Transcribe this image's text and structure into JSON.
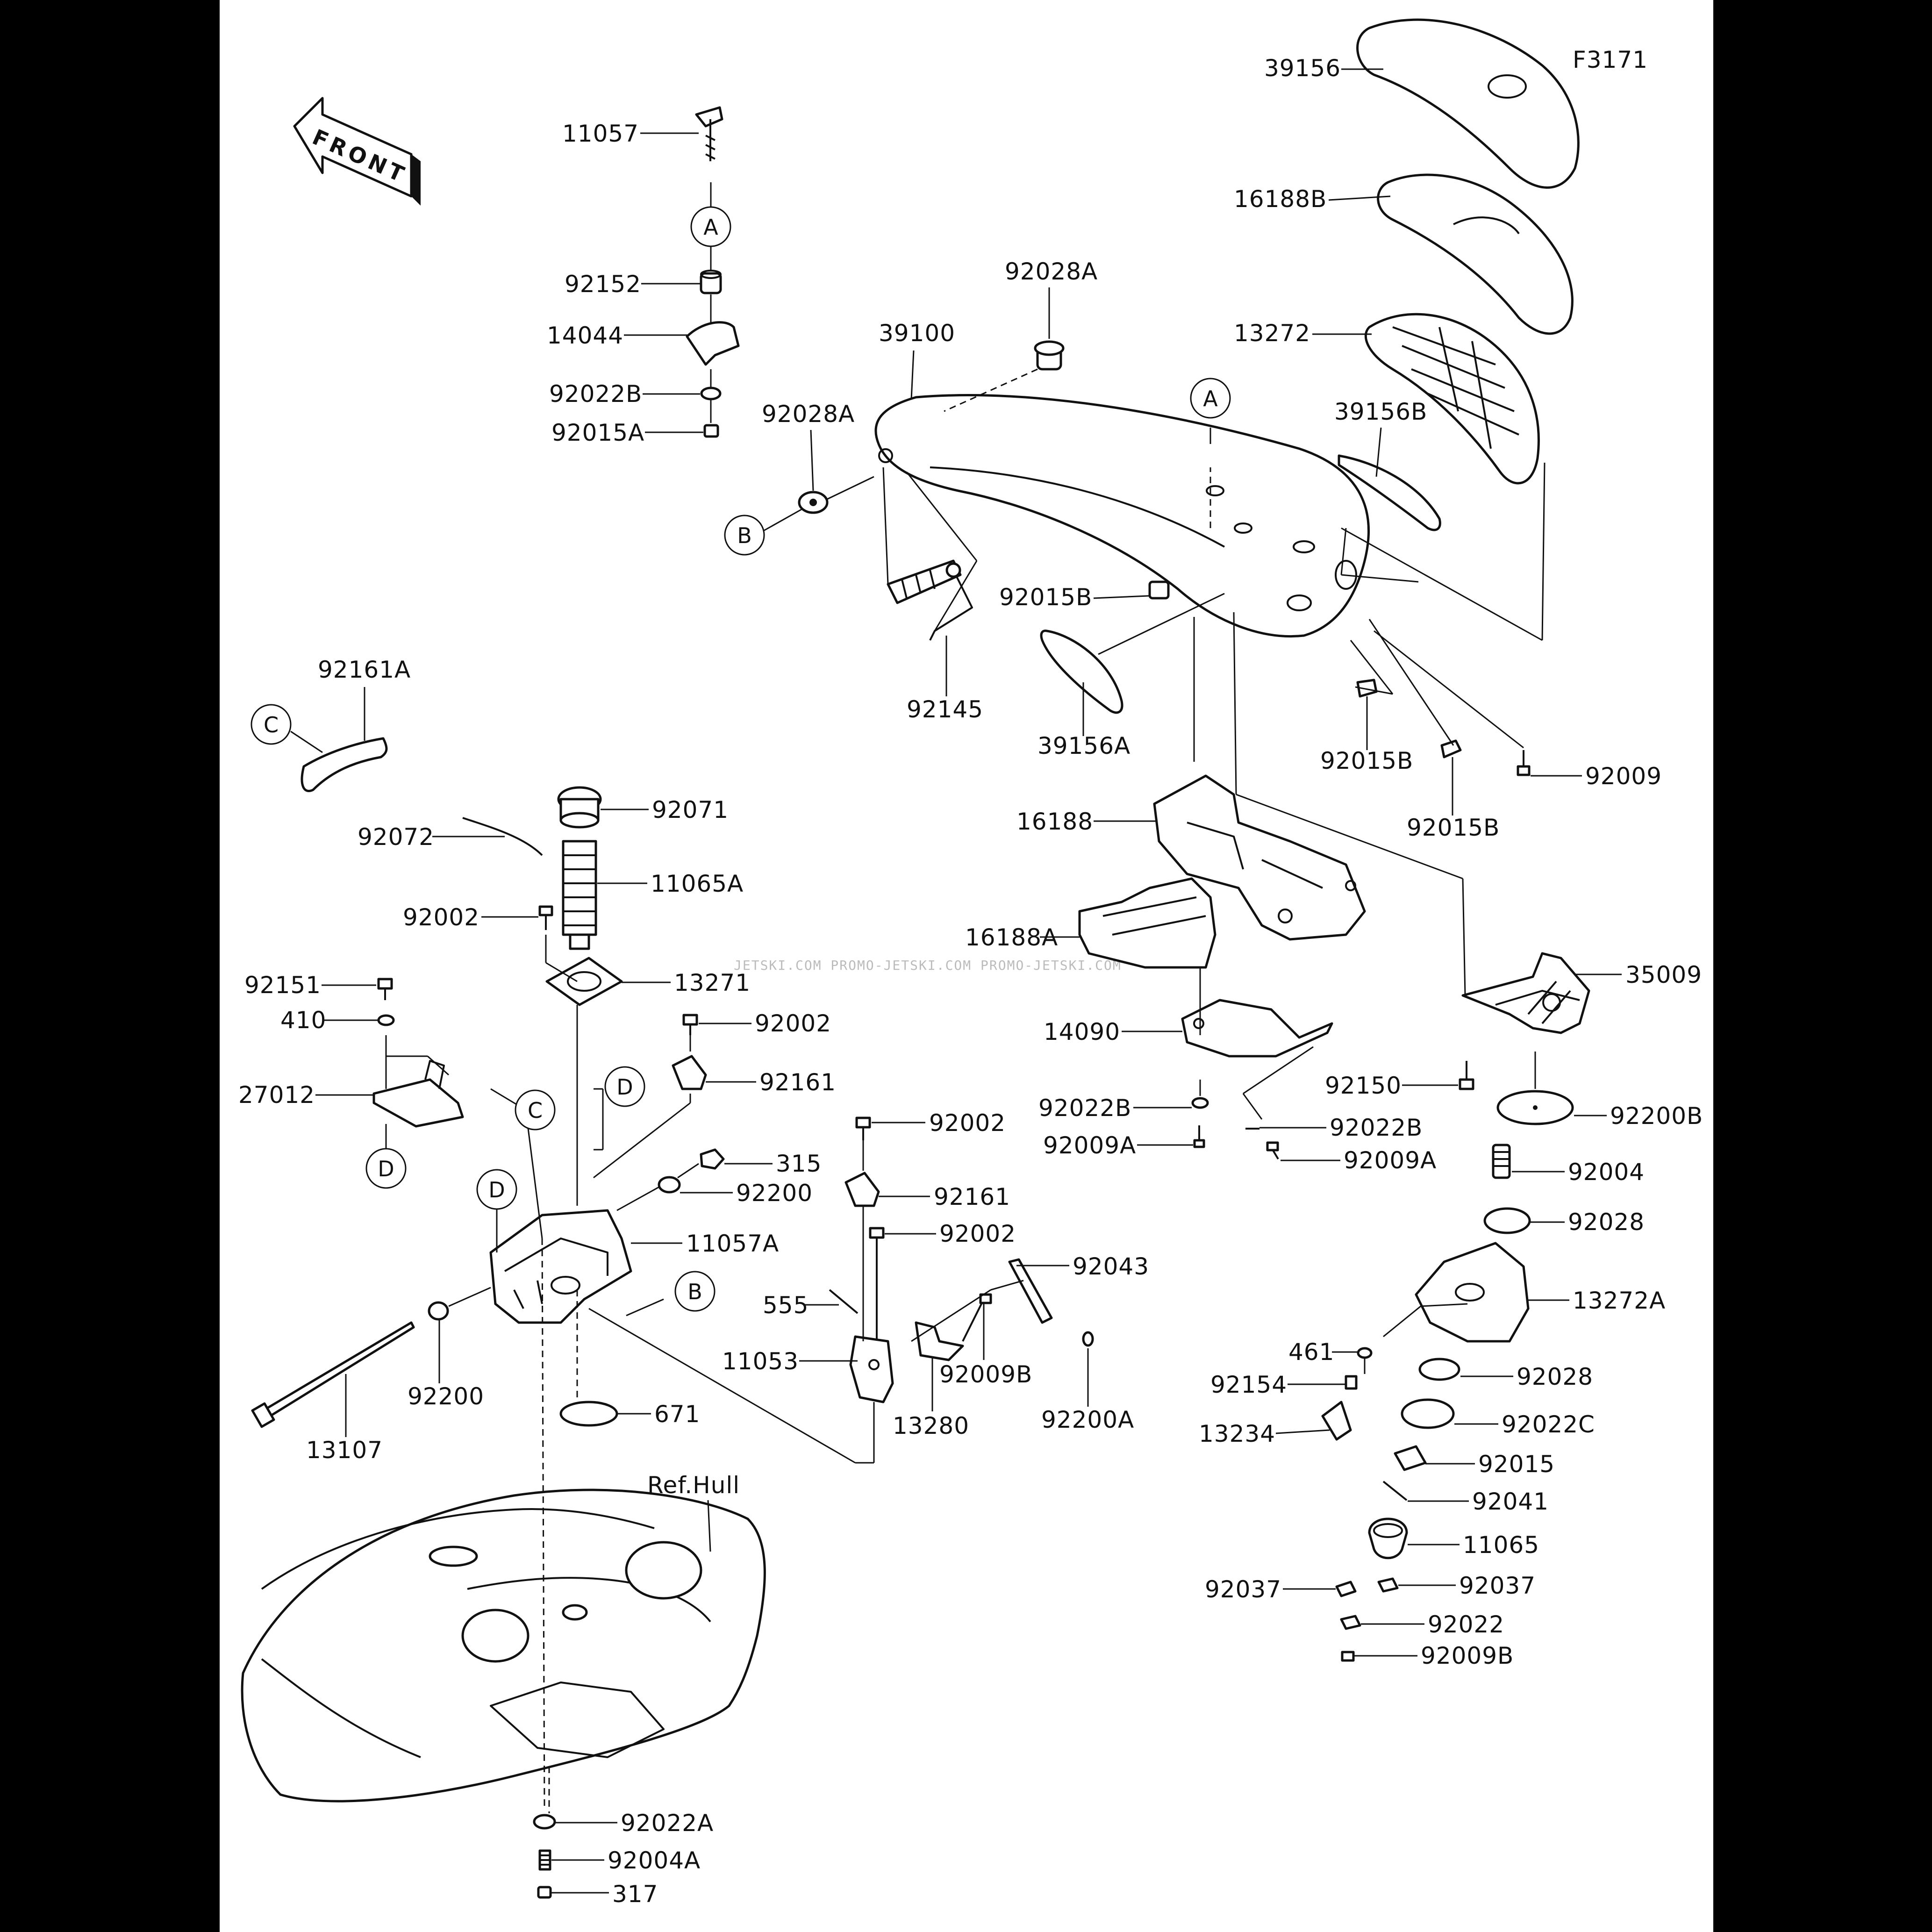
{
  "figure_id": "F3171",
  "front_label": "FRONT",
  "watermark": "JETSKI.COM  PROMO-JETSKI.COM  PROMO-JETSKI.COM",
  "ref_hull": "Ref.Hull",
  "callouts": {
    "A": "A",
    "B": "B",
    "C": "C",
    "D": "D"
  },
  "parts": {
    "p39156": "39156",
    "p16188B": "16188B",
    "p13272": "13272",
    "p39156B": "39156B",
    "p92028A_1": "92028A",
    "p39100": "39100",
    "p92028A_2": "92028A",
    "p92015B_1": "92015B",
    "p92145": "92145",
    "p39156A": "39156A",
    "p92015B_2": "92015B",
    "p92015B_3": "92015B",
    "p92009": "92009",
    "p11057": "11057",
    "p92152": "92152",
    "p14044": "14044",
    "p92022B_1": "92022B",
    "p92015A": "92015A",
    "p92161A": "92161A",
    "p92071": "92071",
    "p92072": "92072",
    "p11065A": "11065A",
    "p92002_1": "92002",
    "p92151": "92151",
    "p13271": "13271",
    "p410": "410",
    "p92002_2": "92002",
    "p27012": "27012",
    "p92161_1": "92161",
    "p315": "315",
    "p92200_1": "92200",
    "p11057A": "11057A",
    "p92002_3": "92002",
    "p92161_2": "92161",
    "p92002_4": "92002",
    "p92043": "92043",
    "p555": "555",
    "p11053": "11053",
    "p92009B_1": "92009B",
    "p13280": "13280",
    "p92200A": "92200A",
    "p92200_2": "92200",
    "p13107": "13107",
    "p671": "671",
    "p16188": "16188",
    "p16188A": "16188A",
    "p14090": "14090",
    "p92022B_2": "92022B",
    "p92022B_3": "92022B",
    "p92009A_1": "92009A",
    "p92009A_2": "92009A",
    "p35009": "35009",
    "p92150": "92150",
    "p92200B": "92200B",
    "p92004": "92004",
    "p92028_1": "92028",
    "p13272A": "13272A",
    "p461": "461",
    "p92154": "92154",
    "p13234": "13234",
    "p92028_2": "92028",
    "p92022C": "92022C",
    "p92015": "92015",
    "p92041": "92041",
    "p11065": "11065",
    "p92037_1": "92037",
    "p92037_2": "92037",
    "p92022": "92022",
    "p92009B_2": "92009B",
    "p92022A": "92022A",
    "p92004A": "92004A",
    "p317": "317"
  }
}
